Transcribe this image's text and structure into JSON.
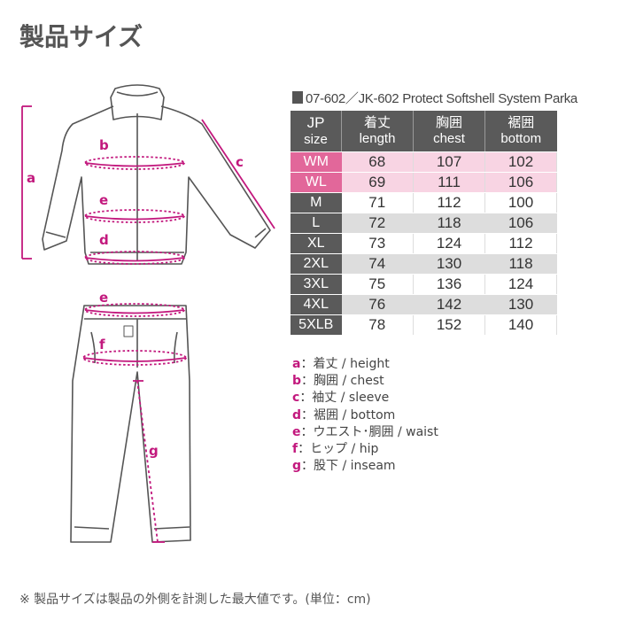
{
  "title": "製品サイズ",
  "table_title": "07-602／JK-602 Protect Softshell System Parka",
  "columns": [
    {
      "ja": "JP",
      "en": "size"
    },
    {
      "ja": "着丈",
      "en": "length"
    },
    {
      "ja": "胸囲",
      "en": "chest"
    },
    {
      "ja": "裾囲",
      "en": "bottom"
    }
  ],
  "rows": [
    {
      "size": "WM",
      "length": "68",
      "chest": "107",
      "bottom": "102"
    },
    {
      "size": "WL",
      "length": "69",
      "chest": "111",
      "bottom": "106"
    },
    {
      "size": "M",
      "length": "71",
      "chest": "112",
      "bottom": "100"
    },
    {
      "size": "L",
      "length": "72",
      "chest": "118",
      "bottom": "106"
    },
    {
      "size": "XL",
      "length": "73",
      "chest": "124",
      "bottom": "112"
    },
    {
      "size": "2XL",
      "length": "74",
      "chest": "130",
      "bottom": "118"
    },
    {
      "size": "3XL",
      "length": "75",
      "chest": "136",
      "bottom": "124"
    },
    {
      "size": "4XL",
      "length": "76",
      "chest": "142",
      "bottom": "130"
    },
    {
      "size": "5XLB",
      "length": "78",
      "chest": "152",
      "bottom": "140"
    }
  ],
  "legend": [
    {
      "key": "a",
      "text": "：着丈 / height"
    },
    {
      "key": "b",
      "text": "：胸囲 / chest"
    },
    {
      "key": "c",
      "text": "：袖丈 / sleeve"
    },
    {
      "key": "d",
      "text": "：裾囲 / bottom"
    },
    {
      "key": "e",
      "text": "：ウエスト･胴囲 / waist"
    },
    {
      "key": "f",
      "text": "：ヒップ / hip"
    },
    {
      "key": "g",
      "text": "：股下 / inseam"
    }
  ],
  "diagram_labels": {
    "a": "a",
    "b": "b",
    "c": "c",
    "d": "d",
    "e1": "e",
    "e2": "e",
    "f": "f",
    "g": "g"
  },
  "note": "※ 製品サイズは製品の外側を計測した最大値です。(単位：cm)",
  "colors": {
    "accent": "#c2187d",
    "header": "#5a5a5a",
    "pink_row": "#f8d4e3",
    "pink_size": "#e2679a",
    "grey_row": "#dddddd"
  }
}
